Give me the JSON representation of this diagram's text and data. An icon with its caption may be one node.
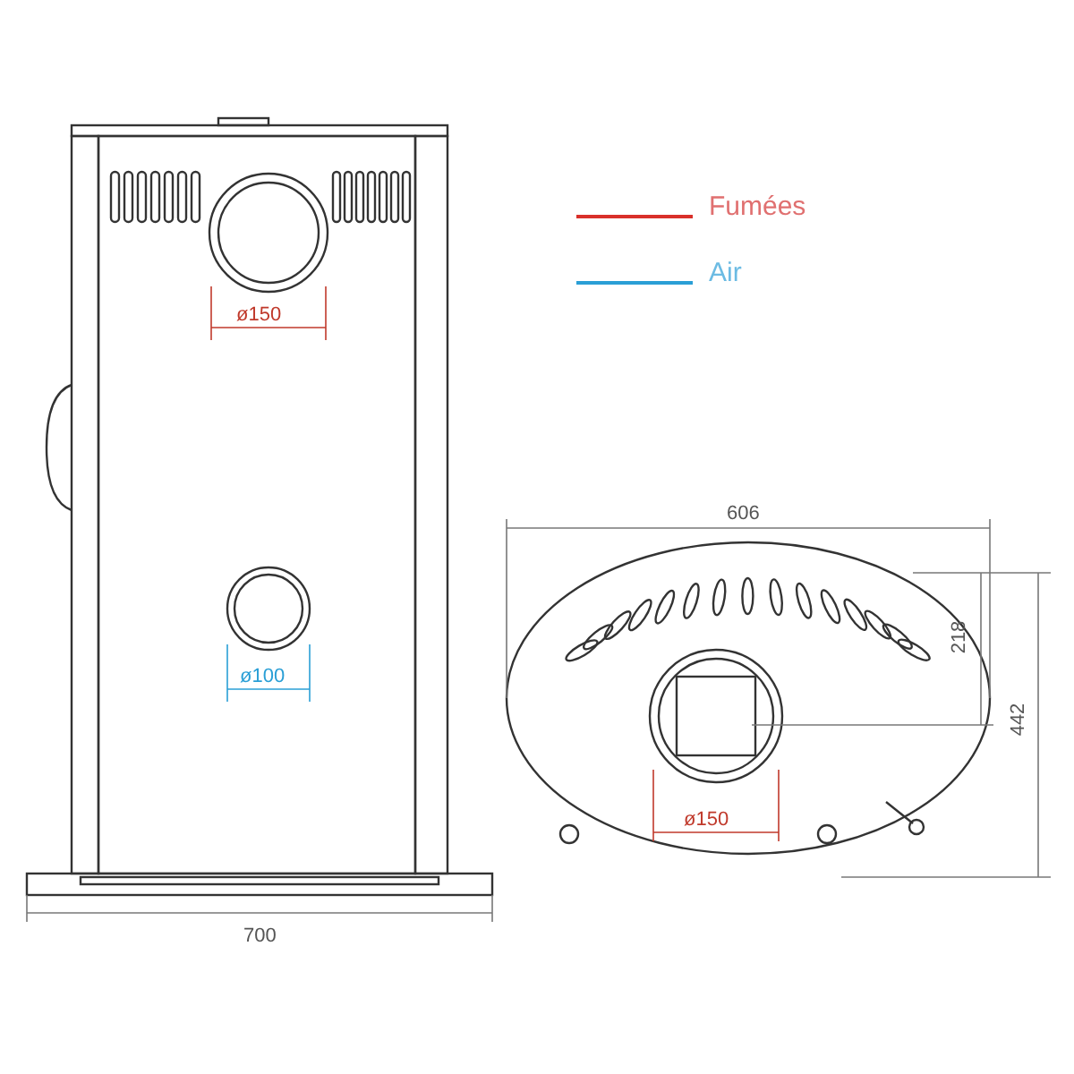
{
  "diagram": {
    "labels": [
      "ø150",
      "606",
      "218",
      "ø100",
      "442",
      "ø150",
      "700"
    ],
    "legend": [
      {
        "text": "Fumées"
      },
      {
        "text": "Air"
      }
    ]
  }
}
